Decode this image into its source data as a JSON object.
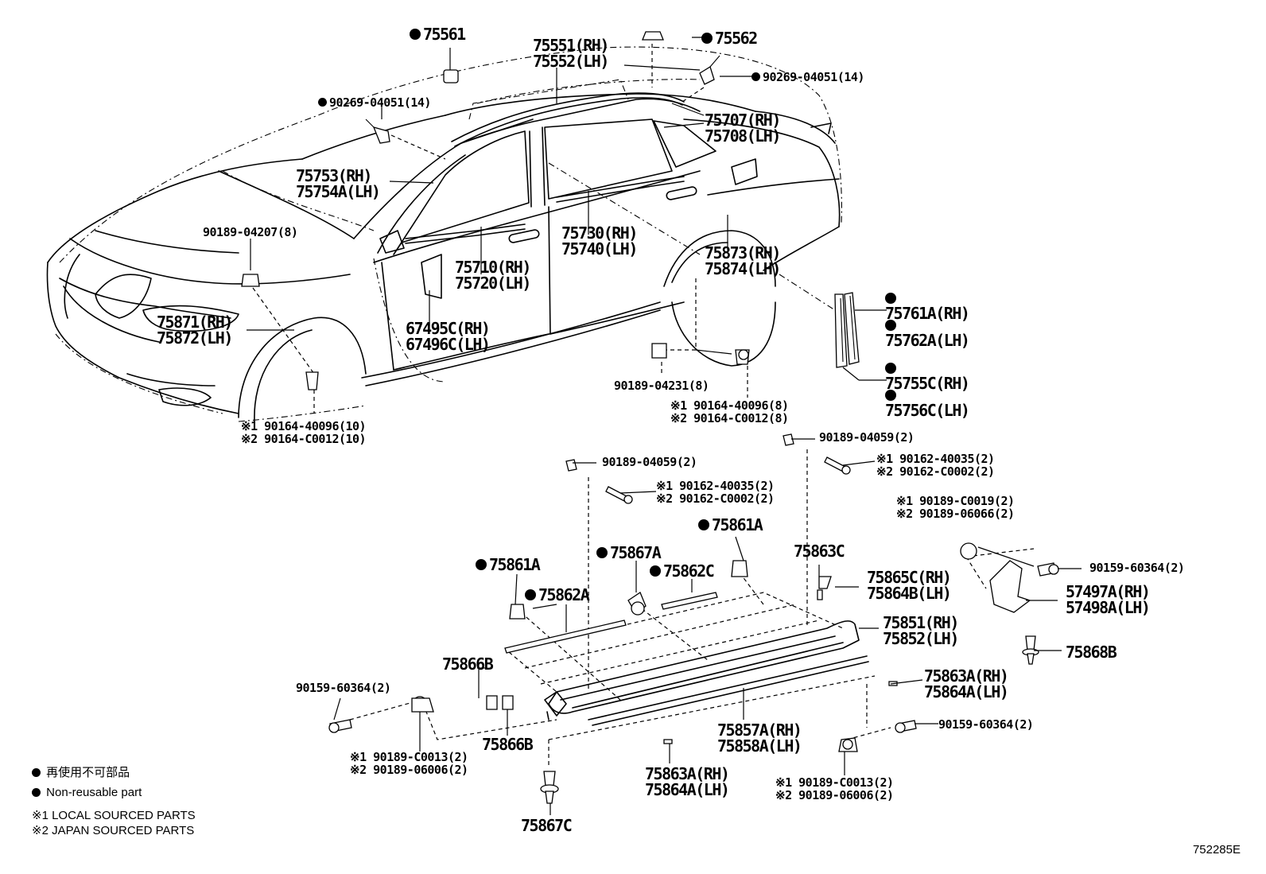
{
  "legend": {
    "marker_jp": "再使用不可部品",
    "marker_en": "Non-reusable part",
    "note1": "※1 LOCAL SOURCED PARTS",
    "note2": "※2 JAPAN SOURCED PARTS"
  },
  "figure_code": "752285E",
  "labels": {
    "p75561": "75561",
    "p75562": "75562",
    "p75551": "75551(RH)",
    "p75552": "75552(LH)",
    "p90269a": "90269-04051(14)",
    "p90269b": "90269-04051(14)",
    "p75707": "75707(RH)",
    "p75708": "75708(LH)",
    "p75753": "75753(RH)",
    "p75754": "75754A(LH)",
    "p90189_04207": "90189-04207(8)",
    "p75730": "75730(RH)",
    "p75740": "75740(LH)",
    "p75710": "75710(RH)",
    "p75720": "75720(LH)",
    "p75873": "75873(RH)",
    "p75874": "75874(LH)",
    "p75871": "75871(RH)",
    "p75872": "75872(LH)",
    "p67495": "67495C(RH)",
    "p67496": "67496C(LH)",
    "p75761": "75761A(RH)",
    "p75762": "75762A(LH)",
    "p75755": "75755C(RH)",
    "p75756": "75756C(LH)",
    "p90189_04231": "90189-04231(8)",
    "p90164_front1": "※1 90164-40096(10)",
    "p90164_front2": "※2 90164-C0012(10)",
    "p90164_rear1": "※1 90164-40096(8)",
    "p90164_rear2": "※2 90164-C0012(8)",
    "p90189_04059a": "90189-04059(2)",
    "p90189_04059b": "90189-04059(2)",
    "p90162_a1": "※1 90162-40035(2)",
    "p90162_a2": "※2 90162-C0002(2)",
    "p90162_b1": "※1 90162-40035(2)",
    "p90162_b2": "※2 90162-C0002(2)",
    "p90189_c0019": "※1 90189-C0019(2)",
    "p90189_06066": "※2 90189-06066(2)",
    "p90159_a": "90159-60364(2)",
    "p90159_b": "90159-60364(2)",
    "p90159_c": "90159-60364(2)",
    "p75861a_top": "75861A",
    "p75861a_left": "75861A",
    "p75867a": "75867A",
    "p75862c": "75862C",
    "p75862a": "75862A",
    "p75863c": "75863C",
    "p75865c": "75865C(RH)",
    "p75864b": "75864B(LH)",
    "p57497": "57497A(RH)",
    "p57498": "57498A(LH)",
    "p75851": "75851(RH)",
    "p75852": "75852(LH)",
    "p75868b": "75868B",
    "p75866b_top": "75866B",
    "p75866b_bot": "75866B",
    "p75863a_r": "75863A(RH)",
    "p75864a_r": "75864A(LH)",
    "p75857": "75857A(RH)",
    "p75858": "75858A(LH)",
    "p75863a_b": "75863A(RH)",
    "p75864a_b": "75864A(LH)",
    "p90189_c0013a": "※1 90189-C0013(2)",
    "p90189_06006a": "※2 90189-06006(2)",
    "p90189_c0013b": "※1 90189-C0013(2)",
    "p90189_06006b": "※2 90189-06006(2)",
    "p75867c": "75867C"
  }
}
